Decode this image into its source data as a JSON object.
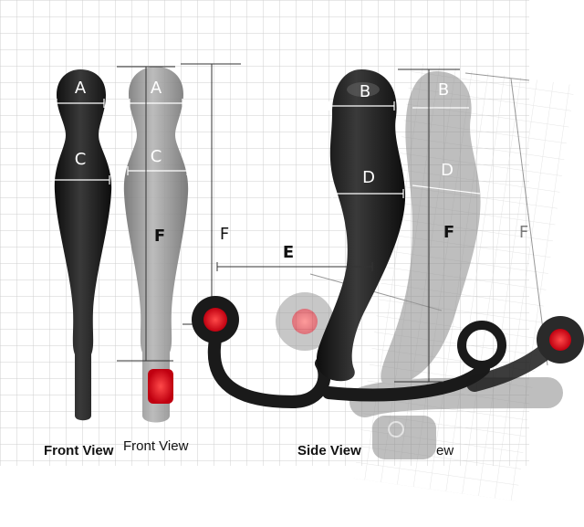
{
  "colors": {
    "grid_line": "#c9c9c9",
    "body_dark": "#1c1c1c",
    "body_light": "#8f8f8f",
    "accent_red": "#e0141c",
    "dimension_line": "#333333",
    "label_white": "#ffffff",
    "label_dark": "#111111"
  },
  "labels": {
    "a": "A",
    "b": "B",
    "c": "C",
    "d": "D",
    "e": "E",
    "f": "F"
  },
  "captions": {
    "front_view_dark": "Front View",
    "front_view_light": "Front View",
    "side_view": "Side View",
    "side_view_light_partial": "ew"
  }
}
